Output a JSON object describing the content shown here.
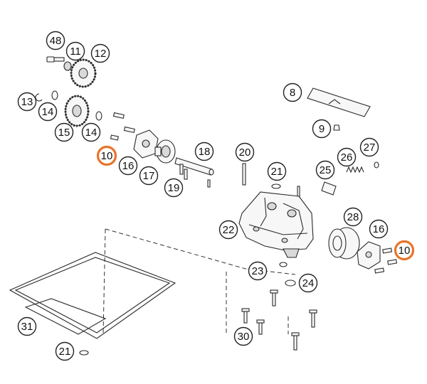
{
  "colors": {
    "highlight": "#e8742a",
    "stroke": "#222222",
    "background": "#ffffff"
  },
  "callouts": [
    {
      "id": "c48",
      "label": "48",
      "highlight": false
    },
    {
      "id": "c11",
      "label": "11",
      "highlight": false
    },
    {
      "id": "c12",
      "label": "12",
      "highlight": false
    },
    {
      "id": "c13",
      "label": "13",
      "highlight": false
    },
    {
      "id": "c14a",
      "label": "14",
      "highlight": false
    },
    {
      "id": "c15",
      "label": "15",
      "highlight": false
    },
    {
      "id": "c14b",
      "label": "14",
      "highlight": false
    },
    {
      "id": "c10a",
      "label": "10",
      "highlight": true
    },
    {
      "id": "c16a",
      "label": "16",
      "highlight": false
    },
    {
      "id": "c17",
      "label": "17",
      "highlight": false
    },
    {
      "id": "c18",
      "label": "18",
      "highlight": false
    },
    {
      "id": "c19",
      "label": "19",
      "highlight": false
    },
    {
      "id": "c8",
      "label": "8",
      "highlight": false
    },
    {
      "id": "c9",
      "label": "9",
      "highlight": false
    },
    {
      "id": "c20",
      "label": "20",
      "highlight": false
    },
    {
      "id": "c21a",
      "label": "21",
      "highlight": false
    },
    {
      "id": "c25",
      "label": "25",
      "highlight": false
    },
    {
      "id": "c26",
      "label": "26",
      "highlight": false
    },
    {
      "id": "c27",
      "label": "27",
      "highlight": false
    },
    {
      "id": "c22",
      "label": "22",
      "highlight": false
    },
    {
      "id": "c28",
      "label": "28",
      "highlight": false
    },
    {
      "id": "c16b",
      "label": "16",
      "highlight": false
    },
    {
      "id": "c10b",
      "label": "10",
      "highlight": true
    },
    {
      "id": "c23",
      "label": "23",
      "highlight": false
    },
    {
      "id": "c24",
      "label": "24",
      "highlight": false
    },
    {
      "id": "c31",
      "label": "31",
      "highlight": false
    },
    {
      "id": "c30",
      "label": "30",
      "highlight": false
    },
    {
      "id": "c21b",
      "label": "21",
      "highlight": false
    }
  ]
}
